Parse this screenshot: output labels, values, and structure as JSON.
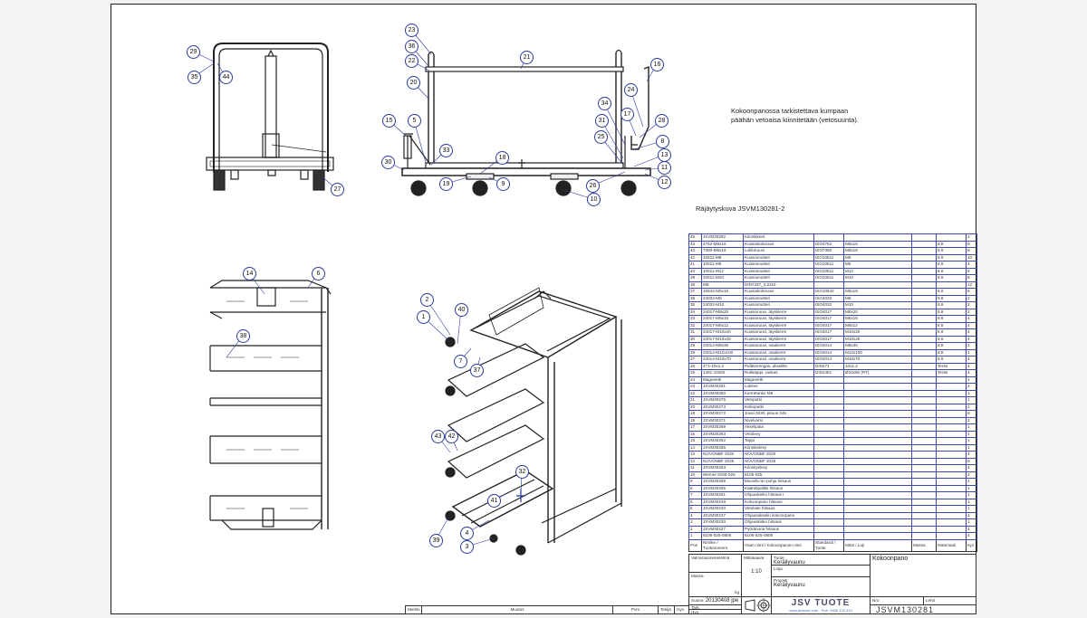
{
  "notes": {
    "assembly_note_line1": "Kokoonpanossa tarkistettava kumpaan",
    "assembly_note_line2": "päähän vetoaisa kiinnitetään (vetosuunta).",
    "exploded_view_title": "Räjäytyskuva JSVM130281-2"
  },
  "balloons": [
    "29",
    "35",
    "44",
    "27",
    "23",
    "36",
    "22",
    "20",
    "21",
    "15",
    "5",
    "33",
    "30",
    "19",
    "18",
    "9",
    "10",
    "26",
    "16",
    "24",
    "34",
    "17",
    "31",
    "28",
    "25",
    "8",
    "13",
    "11",
    "12",
    "14",
    "6",
    "38",
    "2",
    "1",
    "40",
    "7",
    "37",
    "43",
    "42",
    "32",
    "41",
    "4",
    "39",
    "3"
  ],
  "parts_table": {
    "headers": [
      "Pos",
      "Nimike / Tuotenumero",
      "Osan nimi / Kokoonpanon nimi",
      "Standardi / Tuote",
      "Mitat / Laji",
      "Massa",
      "Materiaali",
      "Kpl"
    ],
    "rows": [
      [
        "45",
        "JSVM30282",
        "Kiinnikkeet",
        "",
        "",
        "",
        "",
        "2"
      ],
      [
        "44",
        "4762-M6x16",
        "Kuusiokoloruuvi",
        "ISO4762",
        "M6x16",
        "",
        "8.8",
        "8"
      ],
      [
        "43",
        "7380-M6x16",
        "Lukkoruuvi",
        "ISO7380",
        "M6x16",
        "",
        "8.8",
        "8"
      ],
      [
        "42",
        "10511-M8",
        "Kuusiomutteri",
        "ISO10511",
        "M8",
        "",
        "8.8",
        "10"
      ],
      [
        "41",
        "10511-M6",
        "Kuusiomutteri",
        "ISO10511",
        "M6",
        "",
        "8.8",
        "4"
      ],
      [
        "40",
        "10511-M12",
        "Kuusiomutteri",
        "ISO10511",
        "M12",
        "",
        "8.8",
        "8"
      ],
      [
        "39",
        "10511-M10",
        "Kuusiomutteri",
        "ISO10511",
        "M10",
        "",
        "8.8",
        "8"
      ],
      [
        "38",
        "M8",
        "DIN7337_3.2x10",
        "",
        "",
        "",
        "",
        "12"
      ],
      [
        "37",
        "10642-M6x16",
        "Kuusiokoloruuvi",
        "ISO10642",
        "M6x16",
        "",
        "8.8",
        "8"
      ],
      [
        "36",
        "24032-M8",
        "Kuusiomutteri",
        "ISO4032",
        "M8",
        "",
        "8.8",
        "2"
      ],
      [
        "35",
        "24032-M10",
        "Kuusiomutteri",
        "ISO4032",
        "M10",
        "",
        "8.8",
        "2"
      ],
      [
        "34",
        "24017-M8x20",
        "Kuusioruuvi, täyskierre",
        "ISO4017",
        "M8x20",
        "",
        "8.8",
        "2"
      ],
      [
        "33",
        "24017-M6x16",
        "Kuusioruuvi, täyskierre",
        "ISO4017",
        "M6x16",
        "",
        "8.8",
        "4"
      ],
      [
        "32",
        "24017-M6x12",
        "Kuusioruuvi, täyskierre",
        "ISO4017",
        "M6x12",
        "",
        "8.8",
        "4"
      ],
      [
        "31",
        "24017-M10x20",
        "Kuusioruuvi, täyskierre",
        "ISO4017",
        "M10x20",
        "",
        "8.8",
        "4"
      ],
      [
        "30",
        "24017-M10x25",
        "Kuusioruuvi, täyskierre",
        "ISO4017",
        "M10x25",
        "",
        "8.8",
        "4"
      ],
      [
        "29",
        "24014-M8x35",
        "Kuusioruuvi, osakierre",
        "ISO4014",
        "M8x35",
        "",
        "8.8",
        "2"
      ],
      [
        "28",
        "24014-M12x100",
        "Kuusioruuvi, osakierre",
        "ISO4014",
        "M12x100",
        "",
        "8.8",
        "1"
      ],
      [
        "27",
        "24014-M10x70",
        "Kuusioruuvi, osakierre",
        "ISO4014",
        "M10x70",
        "",
        "8.8",
        "4"
      ],
      [
        "26",
        "471-10x1.2",
        "Pidätinrengas, akselille",
        "DIN471",
        "10x1.2",
        "",
        "Teräs",
        "4"
      ],
      [
        "25",
        "1481-10x50",
        "Rullatappi, raskas",
        "DIN1481",
        "Ø10x50 (RT)",
        "",
        "Teräs",
        "4"
      ],
      [
        "24",
        "Magneetti",
        "Magneetti",
        "",
        "",
        "",
        "",
        "1"
      ],
      [
        "23",
        "JSVM30281",
        "Lukitus",
        "",
        "",
        "",
        "",
        "2"
      ],
      [
        "22",
        "JSVM30280",
        "Kierretanko M8",
        "",
        "",
        "",
        "",
        "1"
      ],
      [
        "21",
        "JSVM30275",
        "Vetoputki",
        "",
        "",
        "",
        "",
        "1"
      ],
      [
        "20",
        "JSVM30273",
        "Kiskoputki",
        "",
        "",
        "",
        "",
        "2"
      ],
      [
        "19",
        "JSVM30272",
        "Jousi 0230, pituus 246",
        "",
        "",
        "",
        "",
        "8"
      ],
      [
        "18",
        "JSVM30271",
        "Nivelvarsi",
        "",
        "",
        "",
        "",
        "2"
      ],
      [
        "17",
        "JSVM30269",
        "Akselipala",
        "",
        "",
        "",
        "",
        "1"
      ],
      [
        "16",
        "JSVM30263",
        "Vetolevy",
        "",
        "",
        "",
        "",
        "1"
      ],
      [
        "15",
        "JSVM30262",
        "Tappi",
        "",
        "",
        "",
        "",
        "1"
      ],
      [
        "14",
        "JSVM30255",
        "Kiinnikelevy",
        "",
        "",
        "",
        "",
        "1"
      ],
      [
        "13",
        "NOVONBF 2020",
        "NOVONBF 2020",
        "",
        "",
        "",
        "",
        "4"
      ],
      [
        "12",
        "NOVONBF 2025",
        "NOVONBF 2025",
        "",
        "",
        "",
        "",
        "8"
      ],
      [
        "11",
        "JSVM30253",
        "Kiinnityslevy",
        "",
        "",
        "",
        "",
        "4"
      ],
      [
        "10",
        "Werner 8106-025",
        "8106-025",
        "",
        "",
        "",
        "",
        "2"
      ],
      [
        "9",
        "JSVM30269",
        "Muoviliu'un pohja hitsaus",
        "",
        "",
        "",
        "",
        "2"
      ],
      [
        "8",
        "JSVM30265",
        "Kääntöpalkki hitsaus",
        "",
        "",
        "",
        "",
        "1"
      ],
      [
        "7",
        "JSVM30261",
        "Ohjauskisko hitsaus I",
        "",
        "",
        "",
        "",
        "1"
      ],
      [
        "6",
        "JSVM30248",
        "Kokoonpano hitsaus",
        "",
        "",
        "",
        "",
        "1"
      ],
      [
        "5",
        "JSVM30240",
        "Vetolaite hitsaus",
        "",
        "",
        "",
        "",
        "1"
      ],
      [
        "4",
        "JSVM30237",
        "Ohjausakselin kokoonpano",
        "",
        "",
        "",
        "",
        "4"
      ],
      [
        "3",
        "JSVM30230",
        "Ohjauskisko hitsaus",
        "",
        "",
        "",
        "",
        "1"
      ],
      [
        "2",
        "JSVM30227",
        "Pyöränuria hitsaus",
        "",
        "",
        "",
        "",
        "4"
      ],
      [
        "1",
        "8106-025-0806",
        "8106-025-0806",
        "",
        "",
        "",
        "",
        "4"
      ]
    ]
  },
  "title_block": {
    "manufacturing_label": "Valmistusmenetelmä",
    "mass_label": "Massa",
    "mass_unit": "kg",
    "designed_label": "Suunn.",
    "designed_value": "20130408 jpe",
    "checked_label": "Tark.",
    "approved_label": "Hyv.",
    "scale_label": "Mittakaava",
    "scale_value": "1:10",
    "product_label": "Tuote",
    "product_value": "Keräilyvaunu",
    "line_label": "Linja",
    "project_label": "Projekti",
    "project_value": "Keräilyvaunu",
    "drawing_title": "Kokoonpano",
    "number_label": "Nro",
    "sheet_label": "Lehti",
    "drawing_number": "JSVM130281",
    "company_logo": "JSV TUOTE",
    "company_sub": "www.jsvtuote.com · Puh. 0400 123 410"
  },
  "revision_block": {
    "headers": [
      "Merkki",
      "Muutos",
      "Pvm",
      "Tekijä",
      "Hyv"
    ]
  }
}
